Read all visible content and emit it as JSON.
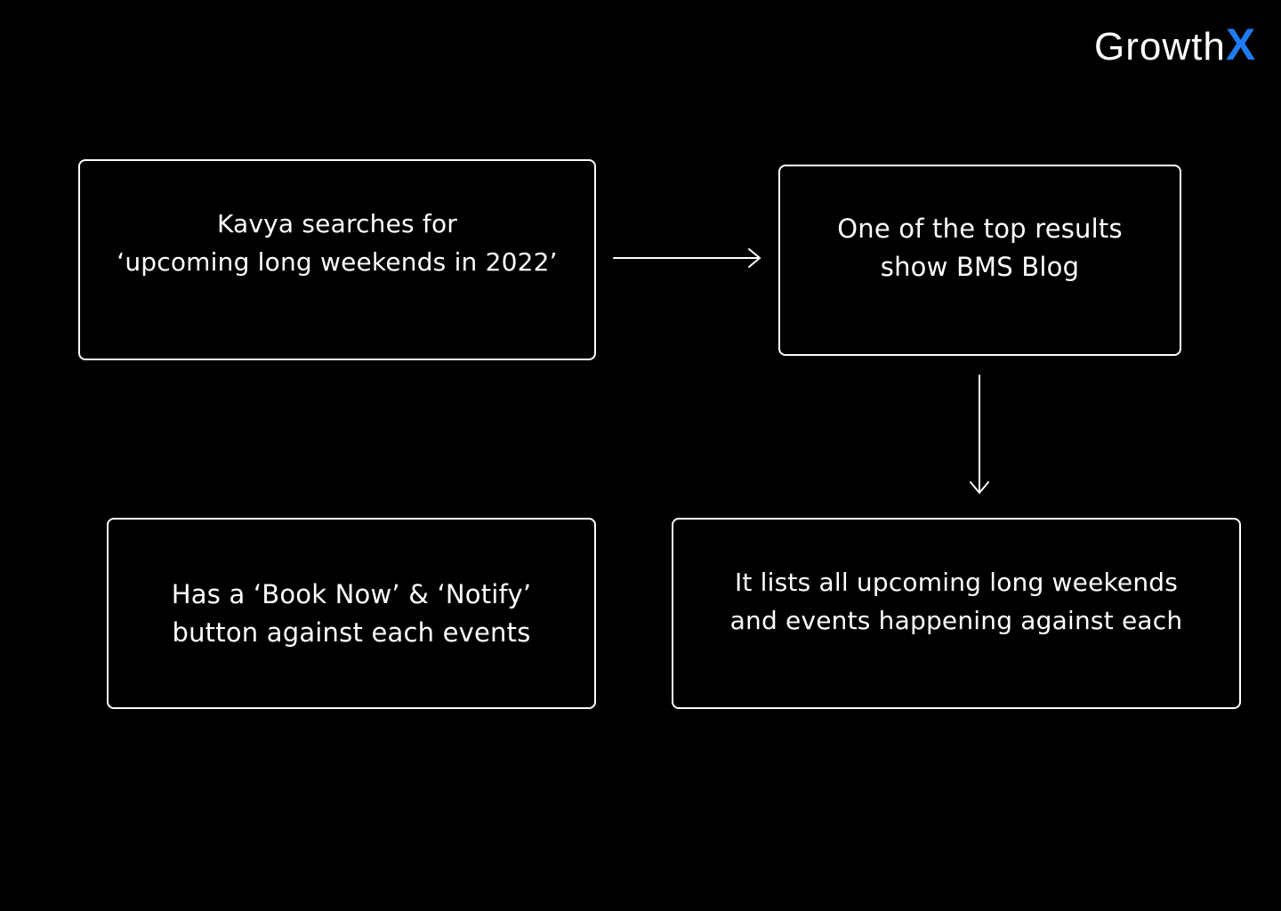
{
  "brand": {
    "name": "Growth",
    "accent_letter": "X",
    "accent_color": "#1f7cf2"
  },
  "colors": {
    "background": "#000000",
    "foreground": "#ffffff"
  },
  "flow": {
    "steps": [
      {
        "line1": "Kavya searches for",
        "line2": "‘upcoming long weekends in 2022’"
      },
      {
        "line1": "One of the top results",
        "line2": "show BMS Blog"
      },
      {
        "line1": "It lists all upcoming long weekends",
        "line2": "and events happening against each"
      },
      {
        "line1": "Has a ‘Book Now’ & ‘Notify’",
        "line2": "button against each events"
      }
    ]
  }
}
